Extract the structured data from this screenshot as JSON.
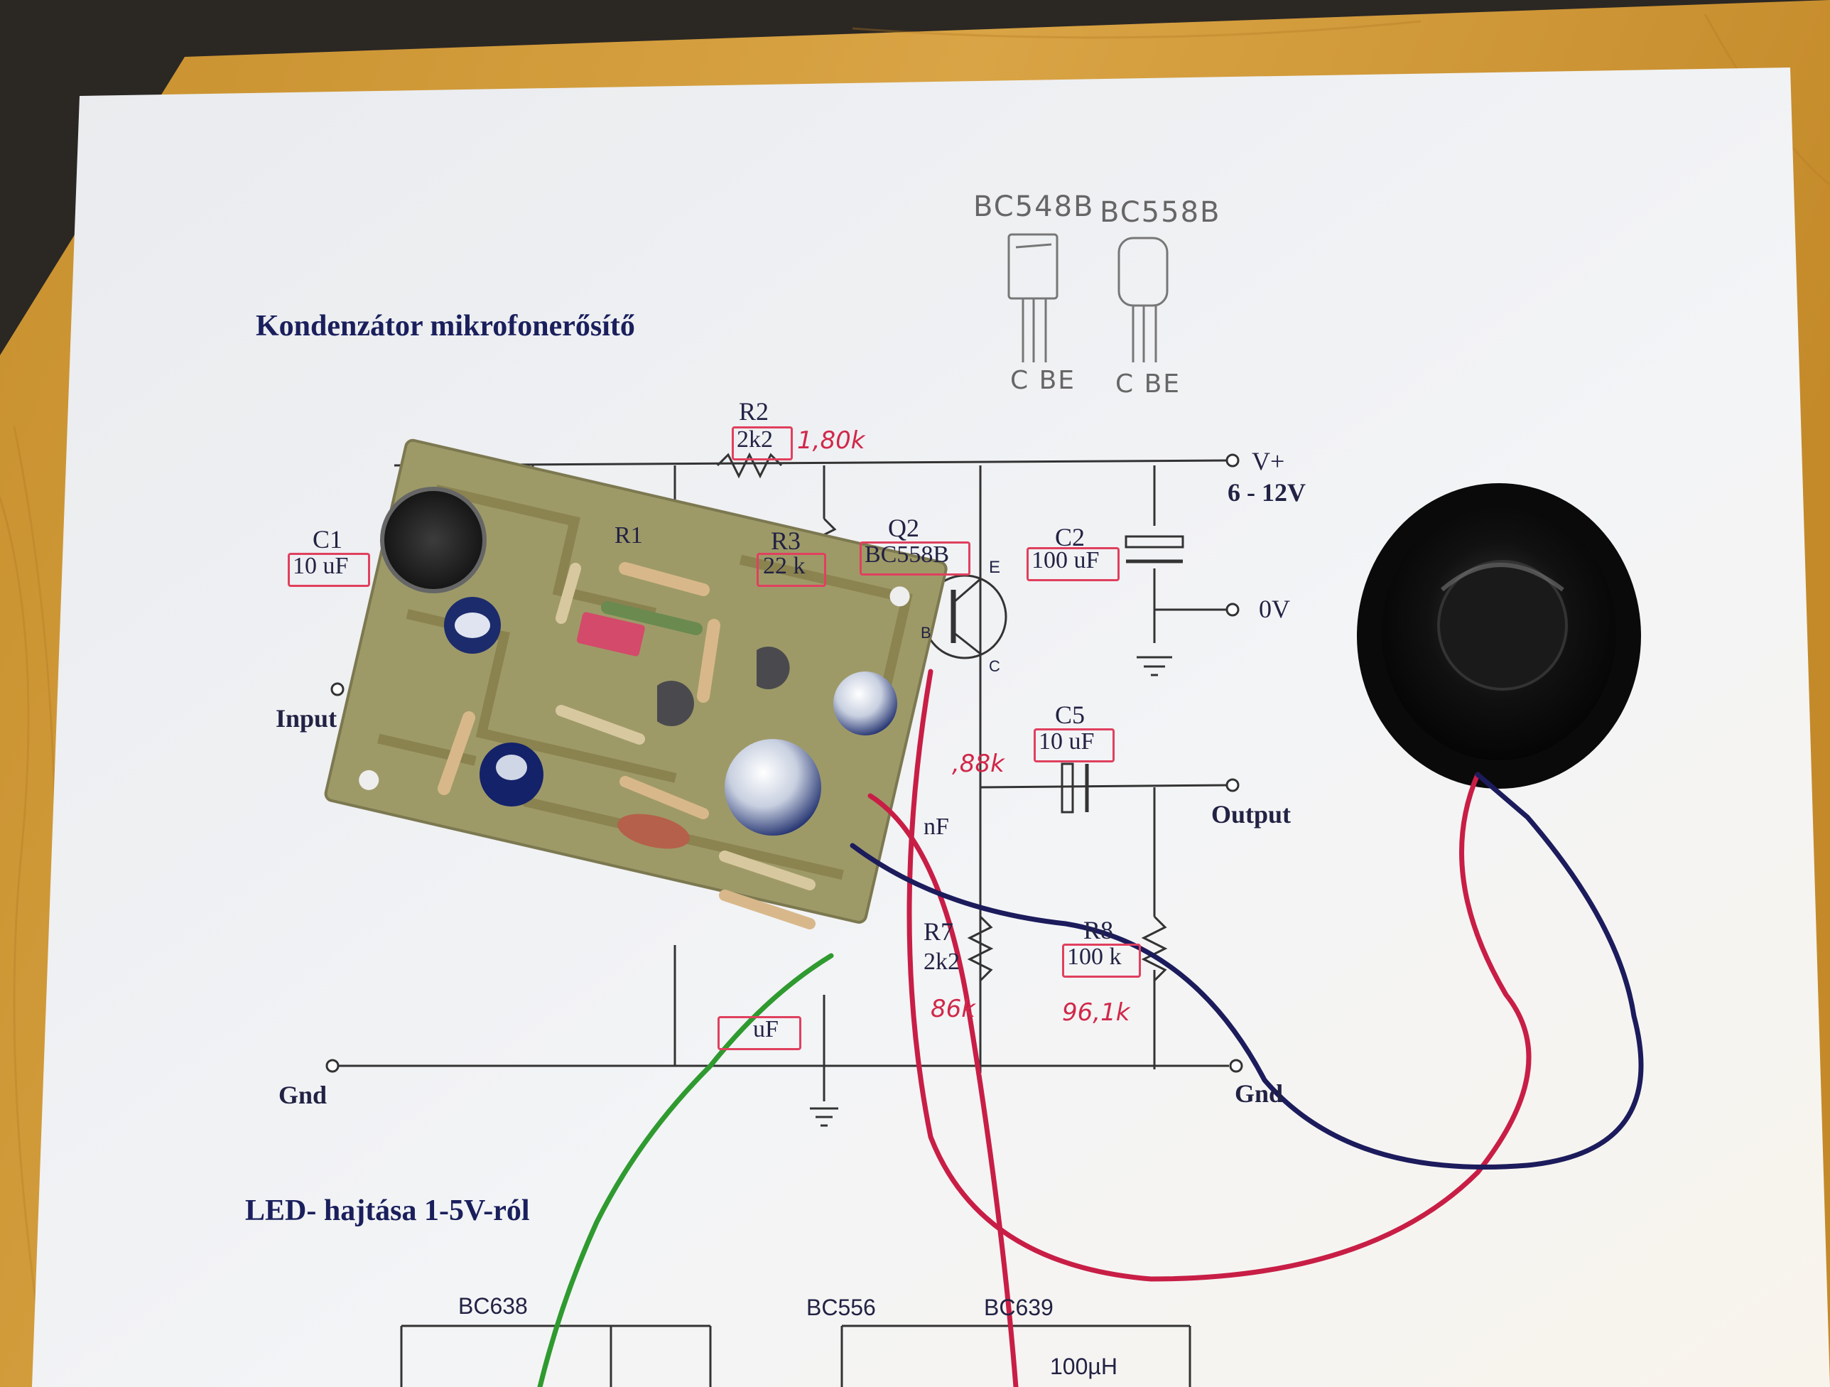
{
  "paper": {
    "title_1": "Kondenzátor mikrofonerősítő",
    "title_2": "LED- hajtása 1-5V-ról"
  },
  "transistor_notes": {
    "left_name": "BC548B",
    "right_name": "BC558B",
    "left_pins": "C BE",
    "right_pins": "C BE"
  },
  "schematic": {
    "r2": "R2",
    "r2_value": "2k2",
    "r2_measured": "1,80k",
    "vplus": "V+",
    "vrange": "6 - 12V",
    "c1": "C1",
    "c1_value": "10 uF",
    "r1": "R1",
    "r3": "R3",
    "r3_value": "22 k",
    "q2": "Q2",
    "q2_value": "BC558B",
    "c2": "C2",
    "c2_value": "100 uF",
    "zero_v": "0V",
    "input": "Input",
    "c5": "C5",
    "c5_value": "10 uF",
    "output": "Output",
    "measured_mid": ",88k",
    "nf": "nF",
    "r7": "R7",
    "r7_value": "2k2",
    "r7_measured": "86k",
    "r8": "R8",
    "r8_value": "100 k",
    "r8_measured": "96,1k",
    "c3_value": "uF",
    "gnd_left": "Gnd",
    "gnd_right": "Gnd",
    "e_pin": "E",
    "c_pin": "C",
    "b_pin": "B"
  },
  "led_schematic": {
    "bc638": "BC638",
    "bc556": "BC556",
    "bc639": "BC639",
    "inductor": "100µH"
  }
}
